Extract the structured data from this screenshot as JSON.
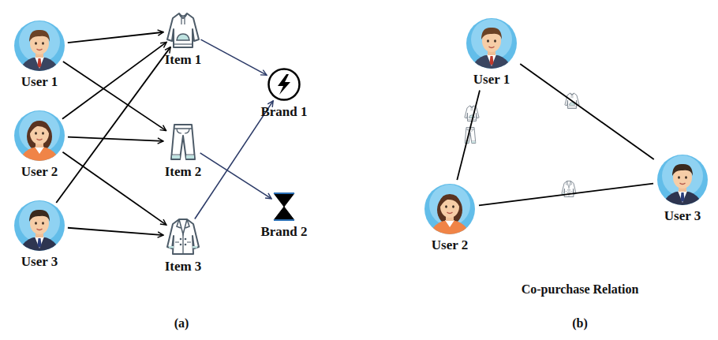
{
  "diagram": {
    "nodes": [
      {
        "text": [
          "User 1"
        ]
      },
      {
        "text": [
          "User 2"
        ]
      },
      {
        "text": [
          "User 3"
        ]
      },
      {
        "text": [
          "Item 1"
        ]
      },
      {
        "text": [
          "Item 2"
        ]
      },
      {
        "text": [
          "Item 3"
        ]
      },
      {
        "text": [
          "Brand 1"
        ]
      },
      {
        "text": [
          "Brand 2"
        ]
      },
      {
        "text": [
          "User 1"
        ]
      },
      {
        "text": [
          "User 2"
        ]
      },
      {
        "text": [
          "User 3"
        ]
      }
    ],
    "edges": [
      {
        "from": 0,
        "to": 3,
        "arrow": "to"
      },
      {
        "from": 0,
        "to": 4,
        "arrow": "to"
      },
      {
        "from": 1,
        "to": 3,
        "arrow": "to"
      },
      {
        "from": 1,
        "to": 4,
        "arrow": "to"
      },
      {
        "from": 1,
        "to": 5,
        "arrow": "to"
      },
      {
        "from": 2,
        "to": 3,
        "arrow": "to"
      },
      {
        "from": 2,
        "to": 5,
        "arrow": "to"
      },
      {
        "from": 3,
        "to": 6,
        "arrow": "to"
      },
      {
        "from": 4,
        "to": 7,
        "arrow": "to"
      },
      {
        "from": 5,
        "to": 6,
        "arrow": "to"
      },
      {
        "from": 8,
        "to": 9,
        "arrow": "none"
      },
      {
        "from": 8,
        "to": 10,
        "arrow": "none"
      },
      {
        "from": 9,
        "to": 10,
        "arrow": "none"
      }
    ],
    "labels": [
      "(a)",
      "(b)",
      "Co-purchase Relation"
    ]
  }
}
